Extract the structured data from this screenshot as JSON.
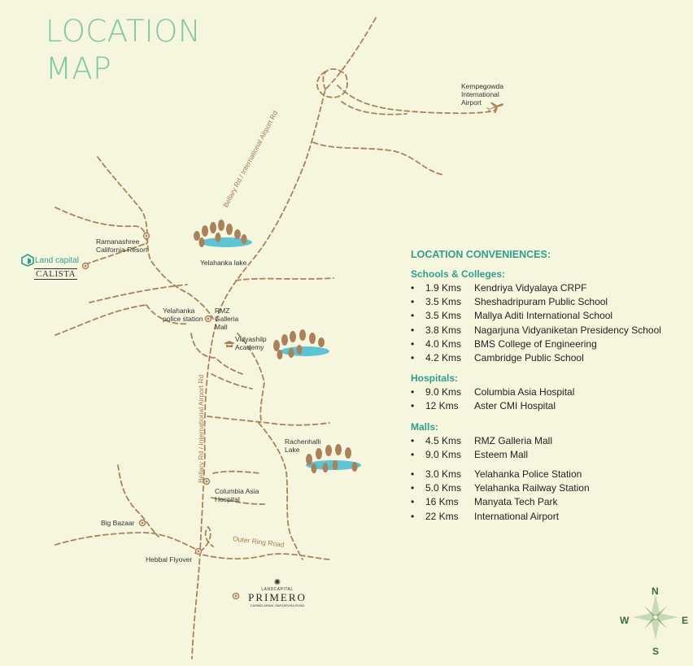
{
  "title": {
    "line1": "LOCATION",
    "line2": "MAP"
  },
  "places": {
    "ramanashree": "Ramanashree California Resort",
    "yelahanka_lake": "Yelahanka lake",
    "kempegowda": "Kempegowda International Airport",
    "yelahanka_police": "Yelahanka police station",
    "rmz": "RMZ Galleria Mall",
    "vidyashilp": "Vidyashilp Academy",
    "rachenhalli": "Rachenhalli Lake",
    "columbia": "Columbia Asia Hospital",
    "big_bazaar": "Big Bazaar",
    "hebbal": "Hebbal Flyover"
  },
  "roads": {
    "bellary_top": "Bellary Rd / International Airport Rd",
    "bellary_bottom": "Bellary Rd / International Airport Rd",
    "outer_ring": "Outer Ring Road"
  },
  "logos": {
    "calista_top": "Land capital",
    "calista_bottom": "CALISTA",
    "primero_small": "LANDCAPITAL",
    "primero": "PRIMERO",
    "primero_sub": "CARMELARAM, SARJAPURA ROAD"
  },
  "conveniences": {
    "heading": "LOCATION CONVENIENCES:",
    "schools_heading": "Schools & Colleges:",
    "schools": [
      {
        "dist": "1.9 Kms",
        "name": "Kendriya Vidyalaya CRPF"
      },
      {
        "dist": "3.5 Kms",
        "name": "Sheshadripuram Public School"
      },
      {
        "dist": "3.5 Kms",
        "name": "Mallya Aditi International School"
      },
      {
        "dist": "3.8 Kms",
        "name": "Nagarjuna Vidyaniketan Presidency School"
      },
      {
        "dist": "4.0 Kms",
        "name": "BMS College of Engineering"
      },
      {
        "dist": "4.2 Kms",
        "name": "Cambridge Public School"
      }
    ],
    "hospitals_heading": "Hospitals:",
    "hospitals": [
      {
        "dist": "9.0 Kms",
        "name": "Columbia Asia Hospital"
      },
      {
        "dist": "12 Kms",
        "name": "Aster CMI Hospital"
      }
    ],
    "malls_heading": "Malls:",
    "malls": [
      {
        "dist": "4.5 Kms",
        "name": "RMZ Galleria Mall"
      },
      {
        "dist": "9.0 Kms",
        "name": "Esteem Mall"
      }
    ],
    "others": [
      {
        "dist": "3.0 Kms",
        "name": "Yelahanka Police Station"
      },
      {
        "dist": "5.0 Kms",
        "name": "Yelahanka Railway Station"
      },
      {
        "dist": "16 Kms",
        "name": "Manyata Tech Park"
      },
      {
        "dist": "22 Kms",
        "name": "International Airport"
      }
    ],
    "bullet": "•"
  },
  "compass": {
    "n": "N",
    "s": "S",
    "e": "E",
    "w": "W"
  },
  "colors": {
    "road": "#a9825c",
    "title": "#7fc7a4",
    "heading": "#2e9f8e",
    "background": "#f6f6df"
  }
}
